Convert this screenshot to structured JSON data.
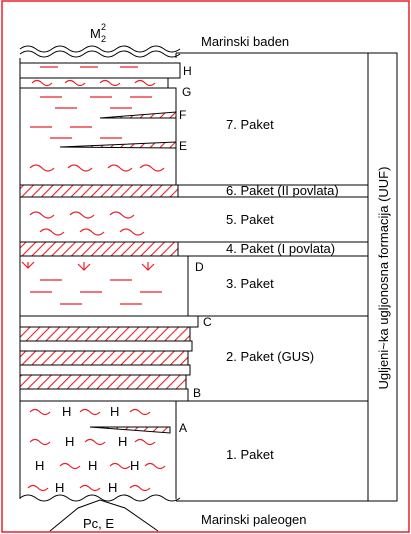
{
  "top_symbol": {
    "base": "M",
    "superscript": "2",
    "subscript": "2"
  },
  "bottom_label": "Pc, E",
  "formation_label": "Uglјeni~ka ugljonosna formacija (UUF)",
  "units": [
    {
      "label": "Marinski baden"
    },
    {
      "label": "7. Paket"
    },
    {
      "label": "6. Paket (II povlata)"
    },
    {
      "label": "5. Paket"
    },
    {
      "label": "4. Paket (I povlata)"
    },
    {
      "label": "3. Paket"
    },
    {
      "label": "2. Paket (GUS)"
    },
    {
      "label": "1. Paket"
    },
    {
      "label": "Marinski paleogen"
    }
  ],
  "markers": [
    "A",
    "B",
    "C",
    "D",
    "E",
    "F",
    "G",
    "H"
  ],
  "colors": {
    "lithology": "#e8202a",
    "border": "#e8202a",
    "line": "#000000"
  }
}
